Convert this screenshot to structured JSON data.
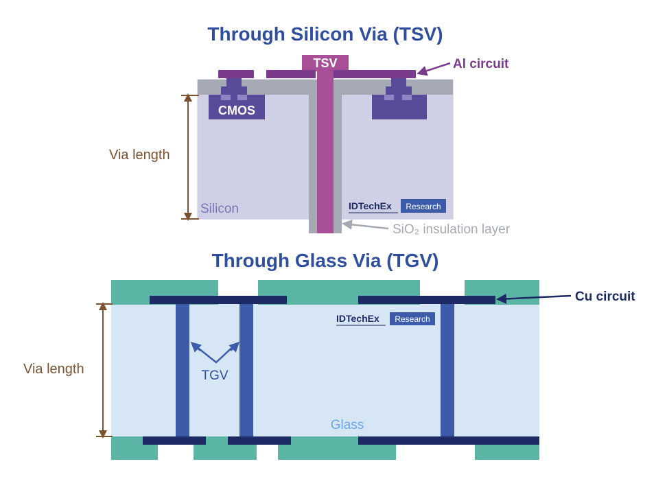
{
  "tsv": {
    "title": "Through Silicon Via (TSV)",
    "tsv_label": "TSV",
    "al_circuit_label": "Al circuit",
    "cmos_label": "CMOS",
    "via_length_label": "Via length",
    "silicon_label": "Silicon",
    "sio2_label": "SiO₂ insulation layer"
  },
  "tgv": {
    "title": "Through Glass Via (TGV)",
    "cu_circuit_label": "Cu circuit",
    "via_length_label": "Via length",
    "tgv_label": "TGV",
    "glass_label": "Glass"
  },
  "branding": {
    "logo_name": "IDTechEx",
    "logo_tag": "Research"
  },
  "colors": {
    "title": "#2f4f9e",
    "silicon": "#cfd0e6",
    "silicon_border": "#c4c6dc",
    "oxide_gray": "#a4a9b3",
    "tsv_magenta": "#a84f97",
    "al_purple": "#7b3b8c",
    "cmos_purple": "#5a4a9a",
    "glass": "#d6e6f5",
    "teal": "#5ab5a4",
    "cu_navy": "#1e2a63",
    "via_blue": "#3c5ca9",
    "dimension_brown": "#7a5230"
  }
}
